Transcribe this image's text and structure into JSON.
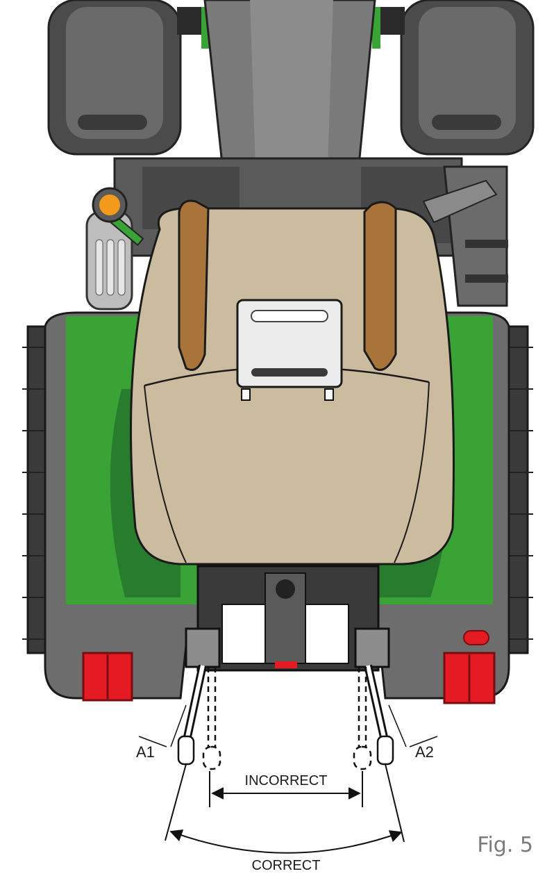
{
  "figure": {
    "caption": "Fig. 5",
    "labels": {
      "left_arm": "A1",
      "right_arm": "A2",
      "incorrect": "INCORRECT",
      "correct": "CORRECT"
    }
  },
  "colors": {
    "tractor_green": "#3aa336",
    "tractor_dark_green": "#1f6b2a",
    "body_gray": "#6d6d6d",
    "tire_gray": "#4b4b4b",
    "hood_beige": "#cbbc9f",
    "grab_handle_brown": "#a8743a",
    "indicator_orange": "#f39a1c",
    "tail_light_red": "#e51b24"
  },
  "icons": {
    "beacon": "orange-beacon-icon",
    "tail_light": "tail-light-icon"
  }
}
